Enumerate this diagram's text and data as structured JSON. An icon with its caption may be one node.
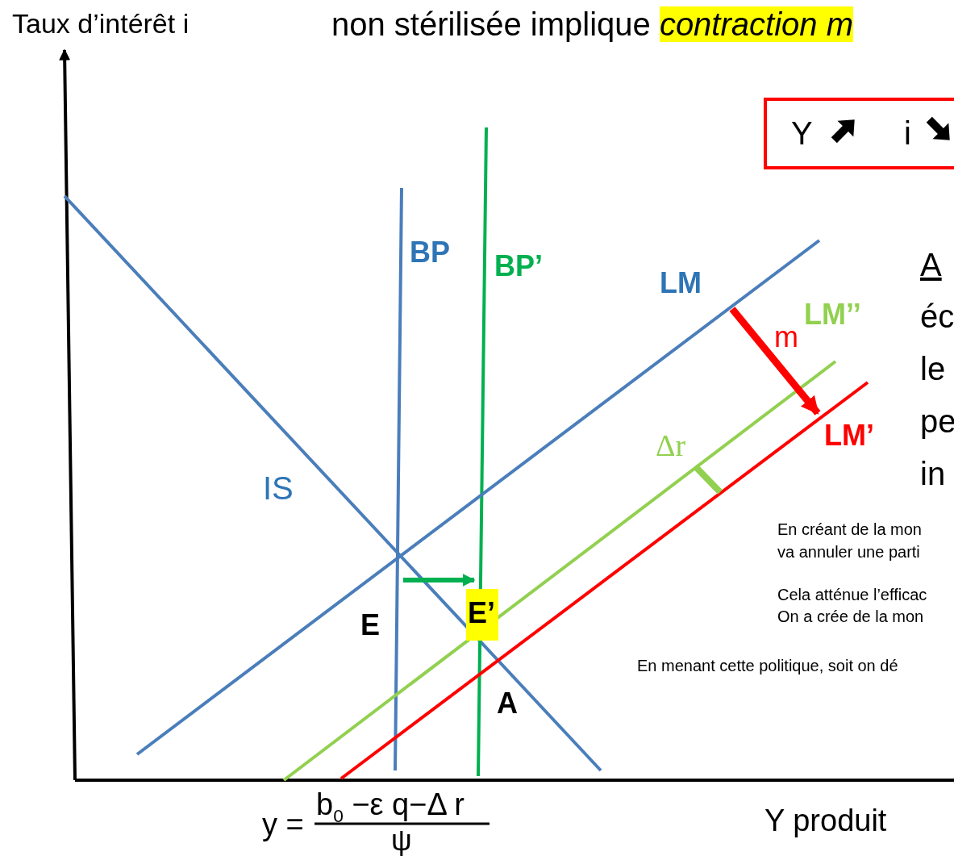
{
  "diagram": {
    "title": "non stérilisée implique *contraction m*",
    "nodes": [
      {
        "text": [
          "Y",
          "i"
        ]
      },
      {
        "text": [
          "E’"
        ]
      }
    ],
    "labels": [
      "Taux d’intérêt i",
      "BP",
      "BP’",
      "LM",
      "m",
      "LM’’",
      "LM’",
      "Δr",
      "IS",
      "E",
      "A",
      "A",
      "éc",
      "le",
      "pe",
      "in",
      "En créant de la mon",
      "va annuler une parti",
      "Cela atténue l’efficac",
      "On a crée de la mon",
      "En menant cette politique, soit on dé",
      "y =",
      "b$_{0}$ −ε q−Δ r",
      "ψ",
      "Y produit"
    ]
  }
}
